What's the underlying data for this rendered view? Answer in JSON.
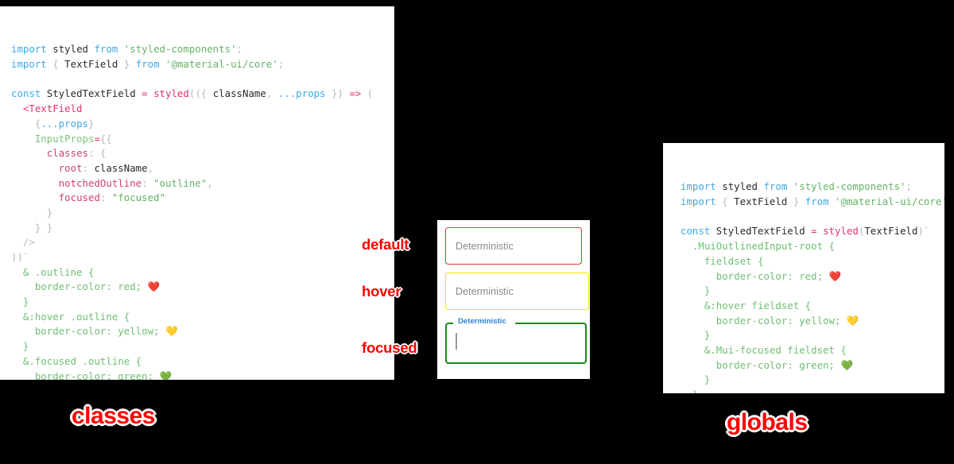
{
  "panels": {
    "classes": {
      "caption": "classes",
      "code_lines": [
        [
          {
            "t": "kw",
            "s": "import"
          },
          {
            "t": "sp",
            "s": " "
          },
          {
            "t": "plain",
            "s": "styled"
          },
          {
            "t": "sp",
            "s": " "
          },
          {
            "t": "kw",
            "s": "from"
          },
          {
            "t": "sp",
            "s": " "
          },
          {
            "t": "str",
            "s": "'styled-components'"
          },
          {
            "t": "punc",
            "s": ";"
          }
        ],
        [
          {
            "t": "kw",
            "s": "import"
          },
          {
            "t": "sp",
            "s": " "
          },
          {
            "t": "punc",
            "s": "{"
          },
          {
            "t": "sp",
            "s": " "
          },
          {
            "t": "plain",
            "s": "TextField"
          },
          {
            "t": "sp",
            "s": " "
          },
          {
            "t": "punc",
            "s": "}"
          },
          {
            "t": "sp",
            "s": " "
          },
          {
            "t": "kw",
            "s": "from"
          },
          {
            "t": "sp",
            "s": " "
          },
          {
            "t": "str",
            "s": "'@material-ui/core'"
          },
          {
            "t": "punc",
            "s": ";"
          }
        ],
        [],
        [
          {
            "t": "kw",
            "s": "const"
          },
          {
            "t": "sp",
            "s": " "
          },
          {
            "t": "plain",
            "s": "StyledTextField"
          },
          {
            "t": "sp",
            "s": " "
          },
          {
            "t": "op",
            "s": "="
          },
          {
            "t": "sp",
            "s": " "
          },
          {
            "t": "fn",
            "s": "styled"
          },
          {
            "t": "punc",
            "s": "(({"
          },
          {
            "t": "sp",
            "s": " "
          },
          {
            "t": "plain",
            "s": "className"
          },
          {
            "t": "punc",
            "s": ","
          },
          {
            "t": "sp",
            "s": " "
          },
          {
            "t": "spread",
            "s": "...props"
          },
          {
            "t": "sp",
            "s": " "
          },
          {
            "t": "punc",
            "s": "})"
          },
          {
            "t": "sp",
            "s": " "
          },
          {
            "t": "op",
            "s": "=>"
          },
          {
            "t": "sp",
            "s": " "
          },
          {
            "t": "punc",
            "s": "("
          }
        ],
        [
          {
            "t": "sp",
            "s": "  "
          },
          {
            "t": "tag",
            "s": "<TextField"
          }
        ],
        [
          {
            "t": "sp",
            "s": "    "
          },
          {
            "t": "punc",
            "s": "{"
          },
          {
            "t": "spread",
            "s": "...props"
          },
          {
            "t": "punc",
            "s": "}"
          }
        ],
        [
          {
            "t": "sp",
            "s": "    "
          },
          {
            "t": "attr",
            "s": "InputProps"
          },
          {
            "t": "op",
            "s": "="
          },
          {
            "t": "punc",
            "s": "{{"
          }
        ],
        [
          {
            "t": "sp",
            "s": "      "
          },
          {
            "t": "prop",
            "s": "classes"
          },
          {
            "t": "punc",
            "s": ": {"
          }
        ],
        [
          {
            "t": "sp",
            "s": "        "
          },
          {
            "t": "prop",
            "s": "root"
          },
          {
            "t": "punc",
            "s": ":"
          },
          {
            "t": "sp",
            "s": " "
          },
          {
            "t": "plain",
            "s": "className"
          },
          {
            "t": "punc",
            "s": ","
          }
        ],
        [
          {
            "t": "sp",
            "s": "        "
          },
          {
            "t": "prop",
            "s": "notchedOutline"
          },
          {
            "t": "punc",
            "s": ":"
          },
          {
            "t": "sp",
            "s": " "
          },
          {
            "t": "str",
            "s": "\"outline\""
          },
          {
            "t": "punc",
            "s": ","
          }
        ],
        [
          {
            "t": "sp",
            "s": "        "
          },
          {
            "t": "prop",
            "s": "focused"
          },
          {
            "t": "punc",
            "s": ":"
          },
          {
            "t": "sp",
            "s": " "
          },
          {
            "t": "str",
            "s": "\"focused\""
          }
        ],
        [
          {
            "t": "sp",
            "s": "      "
          },
          {
            "t": "punc",
            "s": "}"
          }
        ],
        [
          {
            "t": "sp",
            "s": "    "
          },
          {
            "t": "punc",
            "s": "} }"
          }
        ],
        [
          {
            "t": "sp",
            "s": "  "
          },
          {
            "t": "punc",
            "s": "/>"
          }
        ],
        [
          {
            "t": "punc",
            "s": "))`"
          }
        ],
        [
          {
            "t": "sp",
            "s": "  "
          },
          {
            "t": "css",
            "s": "& .outline {"
          }
        ],
        [
          {
            "t": "sp",
            "s": "    "
          },
          {
            "t": "css",
            "s": "border-color: red;"
          },
          {
            "t": "sp",
            "s": " "
          },
          {
            "t": "emoji",
            "s": "❤️"
          }
        ],
        [
          {
            "t": "sp",
            "s": "  "
          },
          {
            "t": "css",
            "s": "}"
          }
        ],
        [
          {
            "t": "sp",
            "s": "  "
          },
          {
            "t": "css",
            "s": "&:hover .outline {"
          }
        ],
        [
          {
            "t": "sp",
            "s": "    "
          },
          {
            "t": "css",
            "s": "border-color: yellow;"
          },
          {
            "t": "sp",
            "s": " "
          },
          {
            "t": "emoji",
            "s": "💛"
          }
        ],
        [
          {
            "t": "sp",
            "s": "  "
          },
          {
            "t": "css",
            "s": "}"
          }
        ],
        [
          {
            "t": "sp",
            "s": "  "
          },
          {
            "t": "css",
            "s": "&.focused .outline {"
          }
        ],
        [
          {
            "t": "sp",
            "s": "    "
          },
          {
            "t": "css",
            "s": "border-color: green;"
          },
          {
            "t": "sp",
            "s": " "
          },
          {
            "t": "emoji",
            "s": "💚"
          }
        ],
        [
          {
            "t": "sp",
            "s": "  "
          },
          {
            "t": "css",
            "s": "}"
          }
        ],
        [
          {
            "t": "cssdim",
            "s": "`;"
          }
        ]
      ]
    },
    "globals": {
      "caption": "globals",
      "code_lines": [
        [
          {
            "t": "kw",
            "s": "import"
          },
          {
            "t": "sp",
            "s": " "
          },
          {
            "t": "plain",
            "s": "styled"
          },
          {
            "t": "sp",
            "s": " "
          },
          {
            "t": "kw",
            "s": "from"
          },
          {
            "t": "sp",
            "s": " "
          },
          {
            "t": "str",
            "s": "'styled-components'"
          },
          {
            "t": "punc",
            "s": ";"
          }
        ],
        [
          {
            "t": "kw",
            "s": "import"
          },
          {
            "t": "sp",
            "s": " "
          },
          {
            "t": "punc",
            "s": "{"
          },
          {
            "t": "sp",
            "s": " "
          },
          {
            "t": "plain",
            "s": "TextField"
          },
          {
            "t": "sp",
            "s": " "
          },
          {
            "t": "punc",
            "s": "}"
          },
          {
            "t": "sp",
            "s": " "
          },
          {
            "t": "kw",
            "s": "from"
          },
          {
            "t": "sp",
            "s": " "
          },
          {
            "t": "str",
            "s": "'@material-ui/core'"
          },
          {
            "t": "punc",
            "s": ";"
          }
        ],
        [],
        [
          {
            "t": "kw",
            "s": "const"
          },
          {
            "t": "sp",
            "s": " "
          },
          {
            "t": "plain",
            "s": "StyledTextField"
          },
          {
            "t": "sp",
            "s": " "
          },
          {
            "t": "op",
            "s": "="
          },
          {
            "t": "sp",
            "s": " "
          },
          {
            "t": "fn",
            "s": "styled"
          },
          {
            "t": "punc",
            "s": "("
          },
          {
            "t": "plain",
            "s": "TextField"
          },
          {
            "t": "punc",
            "s": ")`"
          }
        ],
        [
          {
            "t": "sp",
            "s": "  "
          },
          {
            "t": "css",
            "s": ".MuiOutlinedInput-root {"
          }
        ],
        [
          {
            "t": "sp",
            "s": "    "
          },
          {
            "t": "css",
            "s": "fieldset {"
          }
        ],
        [
          {
            "t": "sp",
            "s": "      "
          },
          {
            "t": "css",
            "s": "border-color: red;"
          },
          {
            "t": "sp",
            "s": " "
          },
          {
            "t": "emoji",
            "s": "❤️"
          }
        ],
        [
          {
            "t": "sp",
            "s": "    "
          },
          {
            "t": "css",
            "s": "}"
          }
        ],
        [
          {
            "t": "sp",
            "s": "    "
          },
          {
            "t": "css",
            "s": "&:hover fieldset {"
          }
        ],
        [
          {
            "t": "sp",
            "s": "      "
          },
          {
            "t": "css",
            "s": "border-color: yellow;"
          },
          {
            "t": "sp",
            "s": " "
          },
          {
            "t": "emoji",
            "s": "💛"
          }
        ],
        [
          {
            "t": "sp",
            "s": "    "
          },
          {
            "t": "css",
            "s": "}"
          }
        ],
        [
          {
            "t": "sp",
            "s": "    "
          },
          {
            "t": "css",
            "s": "&.Mui-focused fieldset {"
          }
        ],
        [
          {
            "t": "sp",
            "s": "      "
          },
          {
            "t": "css",
            "s": "border-color: green;"
          },
          {
            "t": "sp",
            "s": " "
          },
          {
            "t": "emoji",
            "s": "💚"
          }
        ],
        [
          {
            "t": "sp",
            "s": "    "
          },
          {
            "t": "css",
            "s": "}"
          }
        ],
        [
          {
            "t": "sp",
            "s": "  "
          },
          {
            "t": "css",
            "s": "}"
          }
        ],
        [
          {
            "t": "cssdim",
            "s": "`;"
          }
        ]
      ]
    }
  },
  "preview": {
    "fields": [
      {
        "state": "default",
        "annotation": "default",
        "placeholder": "Deterministic",
        "border_color": "#e53935",
        "has_floating_label": false,
        "has_caret": false
      },
      {
        "state": "hover",
        "annotation": "hover",
        "placeholder": "Deterministic",
        "border_color": "#f6e800",
        "has_floating_label": false,
        "has_caret": false
      },
      {
        "state": "focused",
        "annotation": "focused",
        "label": "Deterministic",
        "placeholder": "",
        "border_color": "#1a8a1a",
        "label_color": "#2f7fd6",
        "has_floating_label": true,
        "has_caret": true
      }
    ]
  },
  "colors": {
    "background": "#000000",
    "panel": "#ffffff",
    "annotation": "#ff0000",
    "annotation_stroke": "#ffffff",
    "keyword": "#3da8e8",
    "string": "#66b266",
    "function": "#e3326f",
    "property": "#d1407a",
    "css": "#6fbf73"
  }
}
